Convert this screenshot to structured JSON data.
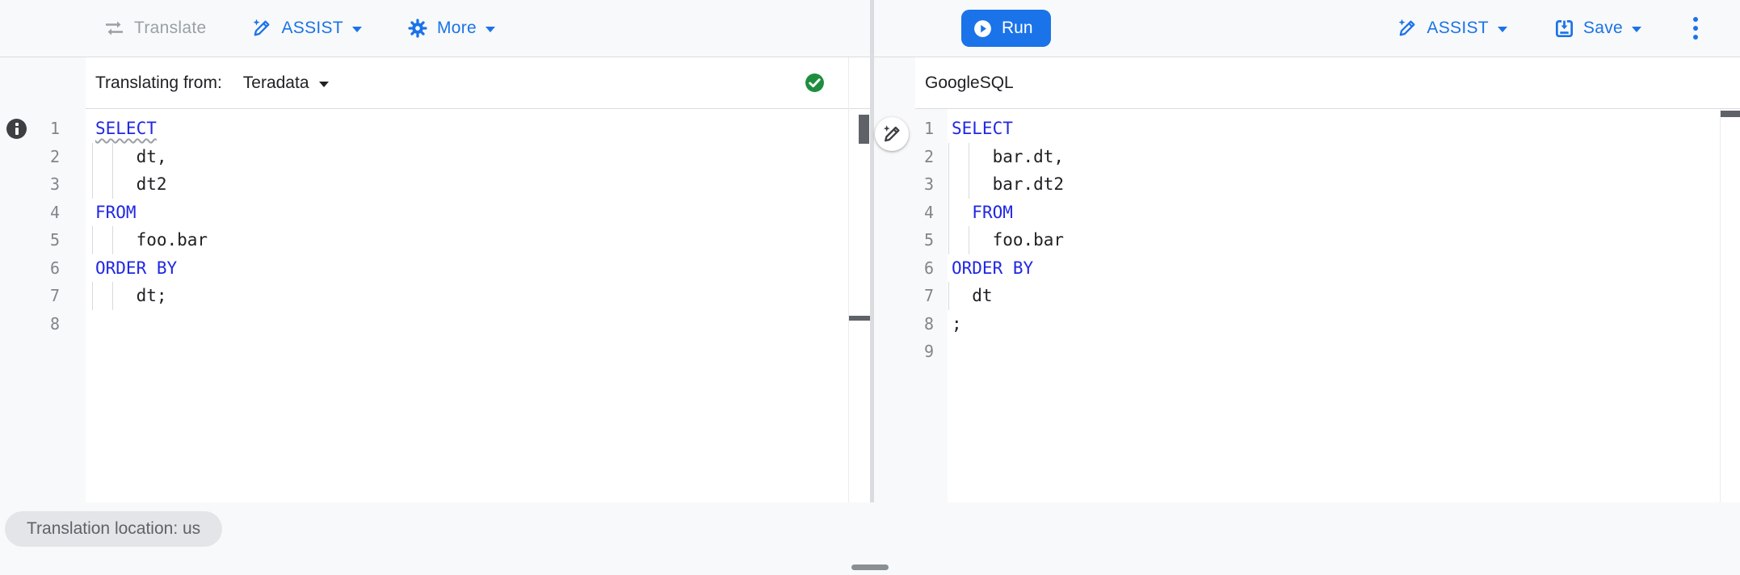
{
  "toolbar": {
    "translate": "Translate",
    "assist_left": "ASSIST",
    "more": "More",
    "run": "Run",
    "assist_right": "ASSIST",
    "save": "Save"
  },
  "source_pane": {
    "header_label": "Translating from:",
    "dialect": "Teradata",
    "status": "valid",
    "lines": [
      {
        "n": 1,
        "guides": [],
        "tokens": [
          {
            "k": "kw",
            "t": "SELECT",
            "u": true
          }
        ]
      },
      {
        "n": 2,
        "guides": [
          0,
          2
        ],
        "tokens": [
          {
            "k": "pl",
            "t": "    dt,"
          }
        ]
      },
      {
        "n": 3,
        "guides": [
          0,
          2
        ],
        "tokens": [
          {
            "k": "pl",
            "t": "    dt2"
          }
        ]
      },
      {
        "n": 4,
        "guides": [],
        "tokens": [
          {
            "k": "kw",
            "t": "FROM"
          }
        ]
      },
      {
        "n": 5,
        "guides": [
          0,
          2
        ],
        "tokens": [
          {
            "k": "pl",
            "t": "    foo.bar"
          }
        ]
      },
      {
        "n": 6,
        "guides": [],
        "tokens": [
          {
            "k": "kw",
            "t": "ORDER BY"
          }
        ]
      },
      {
        "n": 7,
        "guides": [
          0,
          2
        ],
        "tokens": [
          {
            "k": "pl",
            "t": "    dt;"
          }
        ]
      },
      {
        "n": 8,
        "guides": [],
        "tokens": []
      }
    ]
  },
  "target_pane": {
    "header_label": "GoogleSQL",
    "lines": [
      {
        "n": 1,
        "guides": [],
        "tokens": [
          {
            "k": "kw",
            "t": "SELECT"
          }
        ]
      },
      {
        "n": 2,
        "guides": [
          0,
          2
        ],
        "tokens": [
          {
            "k": "pl",
            "t": "    bar.dt,"
          }
        ]
      },
      {
        "n": 3,
        "guides": [
          0,
          2
        ],
        "tokens": [
          {
            "k": "pl",
            "t": "    bar.dt2"
          }
        ]
      },
      {
        "n": 4,
        "guides": [
          0
        ],
        "tokens": [
          {
            "k": "pl",
            "t": "  "
          },
          {
            "k": "kw",
            "t": "FROM"
          }
        ]
      },
      {
        "n": 5,
        "guides": [
          0,
          2
        ],
        "tokens": [
          {
            "k": "pl",
            "t": "    foo.bar"
          }
        ]
      },
      {
        "n": 6,
        "guides": [],
        "tokens": [
          {
            "k": "kw",
            "t": "ORDER BY"
          }
        ]
      },
      {
        "n": 7,
        "guides": [
          0
        ],
        "tokens": [
          {
            "k": "pl",
            "t": "  dt"
          }
        ]
      },
      {
        "n": 8,
        "guides": [],
        "tokens": [
          {
            "k": "pl",
            "t": ";"
          }
        ]
      },
      {
        "n": 9,
        "guides": [],
        "tokens": []
      }
    ]
  },
  "footer": {
    "location_chip": "Translation location: us"
  },
  "icons": {
    "translate": "swap-horizontal-arrows",
    "assist": "magic-pen-with-sparkle",
    "more": "gear",
    "run": "play-circle",
    "save": "save-box-arrow",
    "overflow": "vertical-three-dots",
    "source_status": "green-check-circle",
    "source_line1": "info-circle",
    "target_gutter": "magic-pen-circle-button",
    "footer_handle": "drag-handle"
  },
  "colors": {
    "accent_blue": "#1a73e8",
    "keyword_blue": "#2027e3",
    "success_green": "#1e8e3e",
    "disabled_gray": "#9aa0a6",
    "gutter_gray": "#f8f9fa",
    "chip_gray": "#e3e5e8"
  }
}
